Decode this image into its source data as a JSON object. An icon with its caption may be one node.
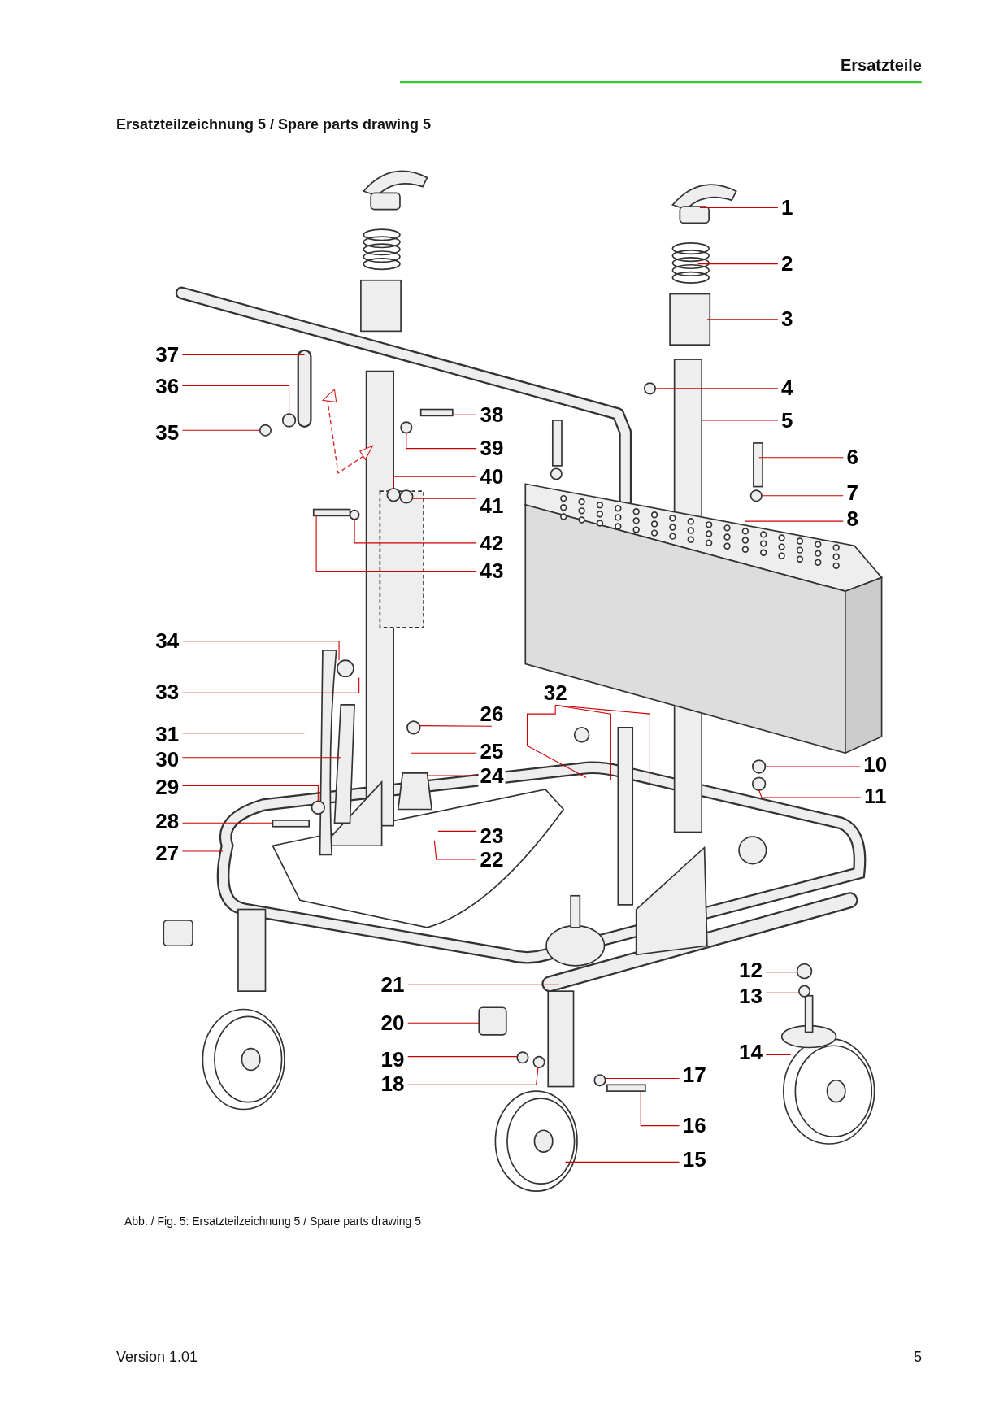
{
  "diagram": {
    "title": "Ersatzteilzeichnung 5 / Spare parts drawing 5",
    "caption": "Abb. / Fig. 5: Ersatzteilzeichnung 5 / Spare parts drawing 5",
    "nodes": [
      {
        "text": [
          "1"
        ]
      },
      {
        "text": [
          "2"
        ]
      },
      {
        "text": [
          "3"
        ]
      },
      {
        "text": [
          "4"
        ]
      },
      {
        "text": [
          "5"
        ]
      },
      {
        "text": [
          "6"
        ]
      },
      {
        "text": [
          "7"
        ]
      },
      {
        "text": [
          "8"
        ]
      },
      {
        "text": [
          "10"
        ]
      },
      {
        "text": [
          "11"
        ]
      },
      {
        "text": [
          "12"
        ]
      },
      {
        "text": [
          "13"
        ]
      },
      {
        "text": [
          "14"
        ]
      },
      {
        "text": [
          "15"
        ]
      },
      {
        "text": [
          "16"
        ]
      },
      {
        "text": [
          "17"
        ]
      },
      {
        "text": [
          "18"
        ]
      },
      {
        "text": [
          "19"
        ]
      },
      {
        "text": [
          "20"
        ]
      },
      {
        "text": [
          "21"
        ]
      },
      {
        "text": [
          "22"
        ]
      },
      {
        "text": [
          "23"
        ]
      },
      {
        "text": [
          "24"
        ]
      },
      {
        "text": [
          "25"
        ]
      },
      {
        "text": [
          "26"
        ]
      },
      {
        "text": [
          "27"
        ]
      },
      {
        "text": [
          "28"
        ]
      },
      {
        "text": [
          "29"
        ]
      },
      {
        "text": [
          "30"
        ]
      },
      {
        "text": [
          "31"
        ]
      },
      {
        "text": [
          "32"
        ]
      },
      {
        "text": [
          "33"
        ]
      },
      {
        "text": [
          "34"
        ]
      },
      {
        "text": [
          "35"
        ]
      },
      {
        "text": [
          "36"
        ]
      },
      {
        "text": [
          "37"
        ]
      },
      {
        "text": [
          "38"
        ]
      },
      {
        "text": [
          "39"
        ]
      },
      {
        "text": [
          "40"
        ]
      },
      {
        "text": [
          "41"
        ]
      },
      {
        "text": [
          "42"
        ]
      },
      {
        "text": [
          "43"
        ]
      }
    ],
    "edges": [
      {
        "from": 0,
        "to": null,
        "arrow": "none"
      },
      {
        "from": 1,
        "to": null,
        "arrow": "none"
      },
      {
        "from": 2,
        "to": null,
        "arrow": "none"
      },
      {
        "from": 3,
        "to": null,
        "arrow": "none"
      },
      {
        "from": 4,
        "to": null,
        "arrow": "none"
      },
      {
        "from": 5,
        "to": null,
        "arrow": "none"
      },
      {
        "from": 6,
        "to": null,
        "arrow": "none"
      },
      {
        "from": 7,
        "to": null,
        "arrow": "none"
      },
      {
        "from": 8,
        "to": null,
        "arrow": "none"
      },
      {
        "from": 9,
        "to": null,
        "arrow": "none"
      },
      {
        "from": 10,
        "to": null,
        "arrow": "none"
      },
      {
        "from": 11,
        "to": null,
        "arrow": "none"
      },
      {
        "from": 12,
        "to": null,
        "arrow": "none"
      },
      {
        "from": 13,
        "to": null,
        "arrow": "none"
      },
      {
        "from": 14,
        "to": null,
        "arrow": "none"
      },
      {
        "from": 15,
        "to": null,
        "arrow": "none"
      },
      {
        "from": 16,
        "to": null,
        "arrow": "none"
      },
      {
        "from": 17,
        "to": null,
        "arrow": "none"
      },
      {
        "from": 18,
        "to": null,
        "arrow": "none"
      },
      {
        "from": 19,
        "to": null,
        "arrow": "none"
      },
      {
        "from": 20,
        "to": null,
        "arrow": "none"
      },
      {
        "from": 21,
        "to": null,
        "arrow": "none"
      },
      {
        "from": 22,
        "to": null,
        "arrow": "none"
      },
      {
        "from": 23,
        "to": null,
        "arrow": "none"
      },
      {
        "from": 24,
        "to": null,
        "arrow": "none"
      },
      {
        "from": 25,
        "to": null,
        "arrow": "none"
      },
      {
        "from": 26,
        "to": null,
        "arrow": "none"
      },
      {
        "from": 27,
        "to": null,
        "arrow": "none"
      },
      {
        "from": 28,
        "to": null,
        "arrow": "none"
      },
      {
        "from": 29,
        "to": null,
        "arrow": "none"
      },
      {
        "from": 30,
        "to": null,
        "arrow": "none"
      },
      {
        "from": 30,
        "to": null,
        "arrow": "none"
      },
      {
        "from": 30,
        "to": null,
        "arrow": "none"
      },
      {
        "from": 31,
        "to": null,
        "arrow": "none"
      },
      {
        "from": 32,
        "to": null,
        "arrow": "none"
      },
      {
        "from": 33,
        "to": null,
        "arrow": "none"
      },
      {
        "from": 34,
        "to": null,
        "arrow": "none"
      },
      {
        "from": 35,
        "to": null,
        "arrow": "none"
      },
      {
        "from": 36,
        "to": null,
        "arrow": "none"
      },
      {
        "from": 37,
        "to": null,
        "arrow": "none"
      },
      {
        "from": 38,
        "to": null,
        "arrow": "none"
      },
      {
        "from": 39,
        "to": null,
        "arrow": "none"
      },
      {
        "from": 40,
        "to": null,
        "arrow": "none"
      },
      {
        "from": 41,
        "to": null,
        "arrow": "none"
      }
    ],
    "labels": [
      "Ersatzteile",
      "Version 1.01",
      "5"
    ]
  }
}
